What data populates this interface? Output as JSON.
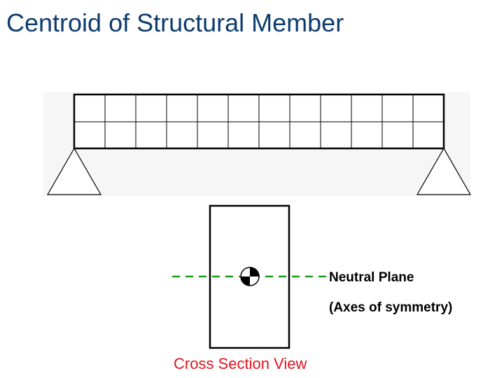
{
  "title": "Centroid of Structural Member",
  "labels": {
    "neutral_plane": "Neutral Plane",
    "axes_of_symmetry": "(Axes of symmetry)",
    "cross_section_view": "Cross Section View"
  },
  "colors": {
    "title": "#0d3c6e",
    "neutral_axis": "#1a9a1a",
    "caption": "#e0141e",
    "outline": "#000000"
  },
  "icons": {
    "centroid": "centroid-symbol-icon"
  }
}
